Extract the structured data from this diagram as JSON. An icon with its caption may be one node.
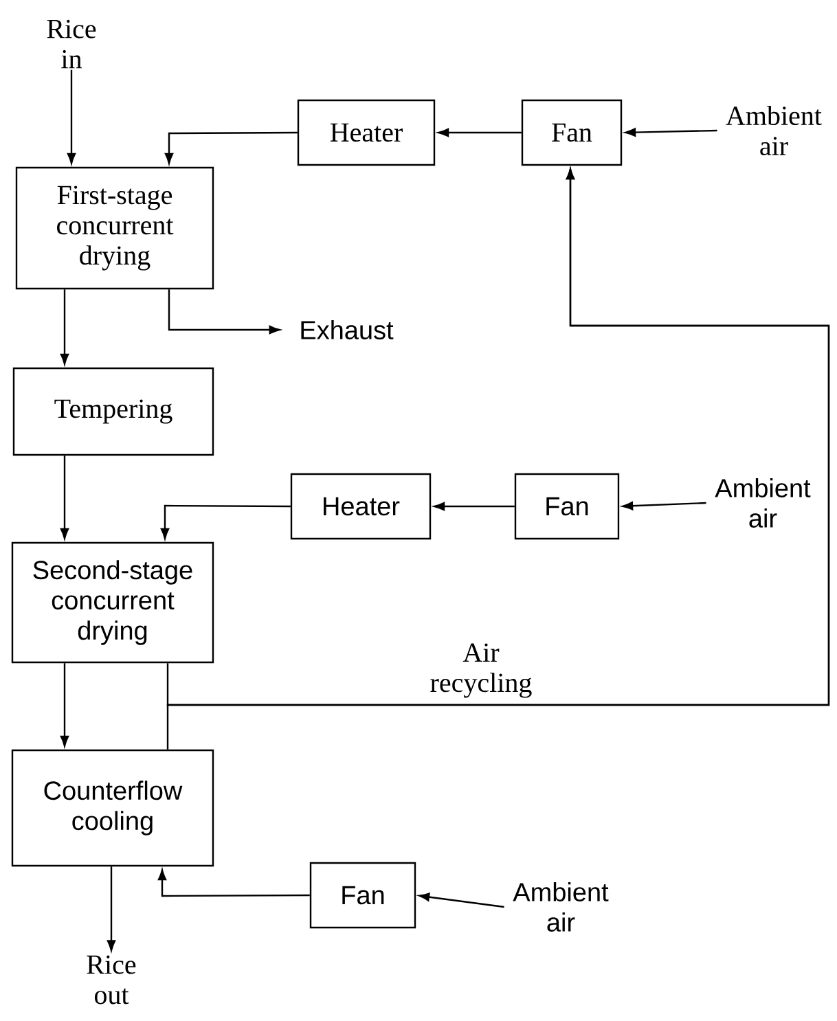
{
  "diagram": {
    "nodes": [
      {
        "text": [
          "Rice in"
        ]
      },
      {
        "text": [
          "First-stage concurrent drying"
        ]
      },
      {
        "text": [
          "Heater"
        ]
      },
      {
        "text": [
          "Fan"
        ]
      },
      {
        "text": [
          "Ambient air"
        ]
      },
      {
        "text": [
          "Exhaust"
        ]
      },
      {
        "text": [
          "Tempering"
        ]
      },
      {
        "text": [
          "Second-stage concurrent drying"
        ]
      },
      {
        "text": [
          "Heater"
        ]
      },
      {
        "text": [
          "Fan"
        ]
      },
      {
        "text": [
          "Ambient air"
        ]
      },
      {
        "text": [
          "Counterflow cooling"
        ]
      },
      {
        "text": [
          "Fan"
        ]
      },
      {
        "text": [
          "Ambient air"
        ]
      },
      {
        "text": [
          "Rice out"
        ]
      }
    ],
    "edges": [
      {
        "from": 0,
        "to": 1,
        "arrow": "to"
      },
      {
        "from": 2,
        "to": 1,
        "arrow": "to"
      },
      {
        "from": 3,
        "to": 2,
        "arrow": "to"
      },
      {
        "from": 4,
        "to": 3,
        "arrow": "to"
      },
      {
        "from": 1,
        "to": 5,
        "arrow": "to"
      },
      {
        "from": 1,
        "to": 6,
        "arrow": "to"
      },
      {
        "from": 6,
        "to": 7,
        "arrow": "to"
      },
      {
        "from": 8,
        "to": 7,
        "arrow": "to"
      },
      {
        "from": 9,
        "to": 8,
        "arrow": "to"
      },
      {
        "from": 10,
        "to": 9,
        "arrow": "to"
      },
      {
        "from": 7,
        "to": 11,
        "arrow": "to"
      },
      {
        "from": 7,
        "to": 3,
        "arrow": "to",
        "label": "Air recycling"
      },
      {
        "from": 11,
        "to": 3,
        "arrow": "to"
      },
      {
        "from": 12,
        "to": 11,
        "arrow": "to"
      },
      {
        "from": 13,
        "to": 12,
        "arrow": "to"
      },
      {
        "from": 11,
        "to": 14,
        "arrow": "to"
      }
    ]
  }
}
